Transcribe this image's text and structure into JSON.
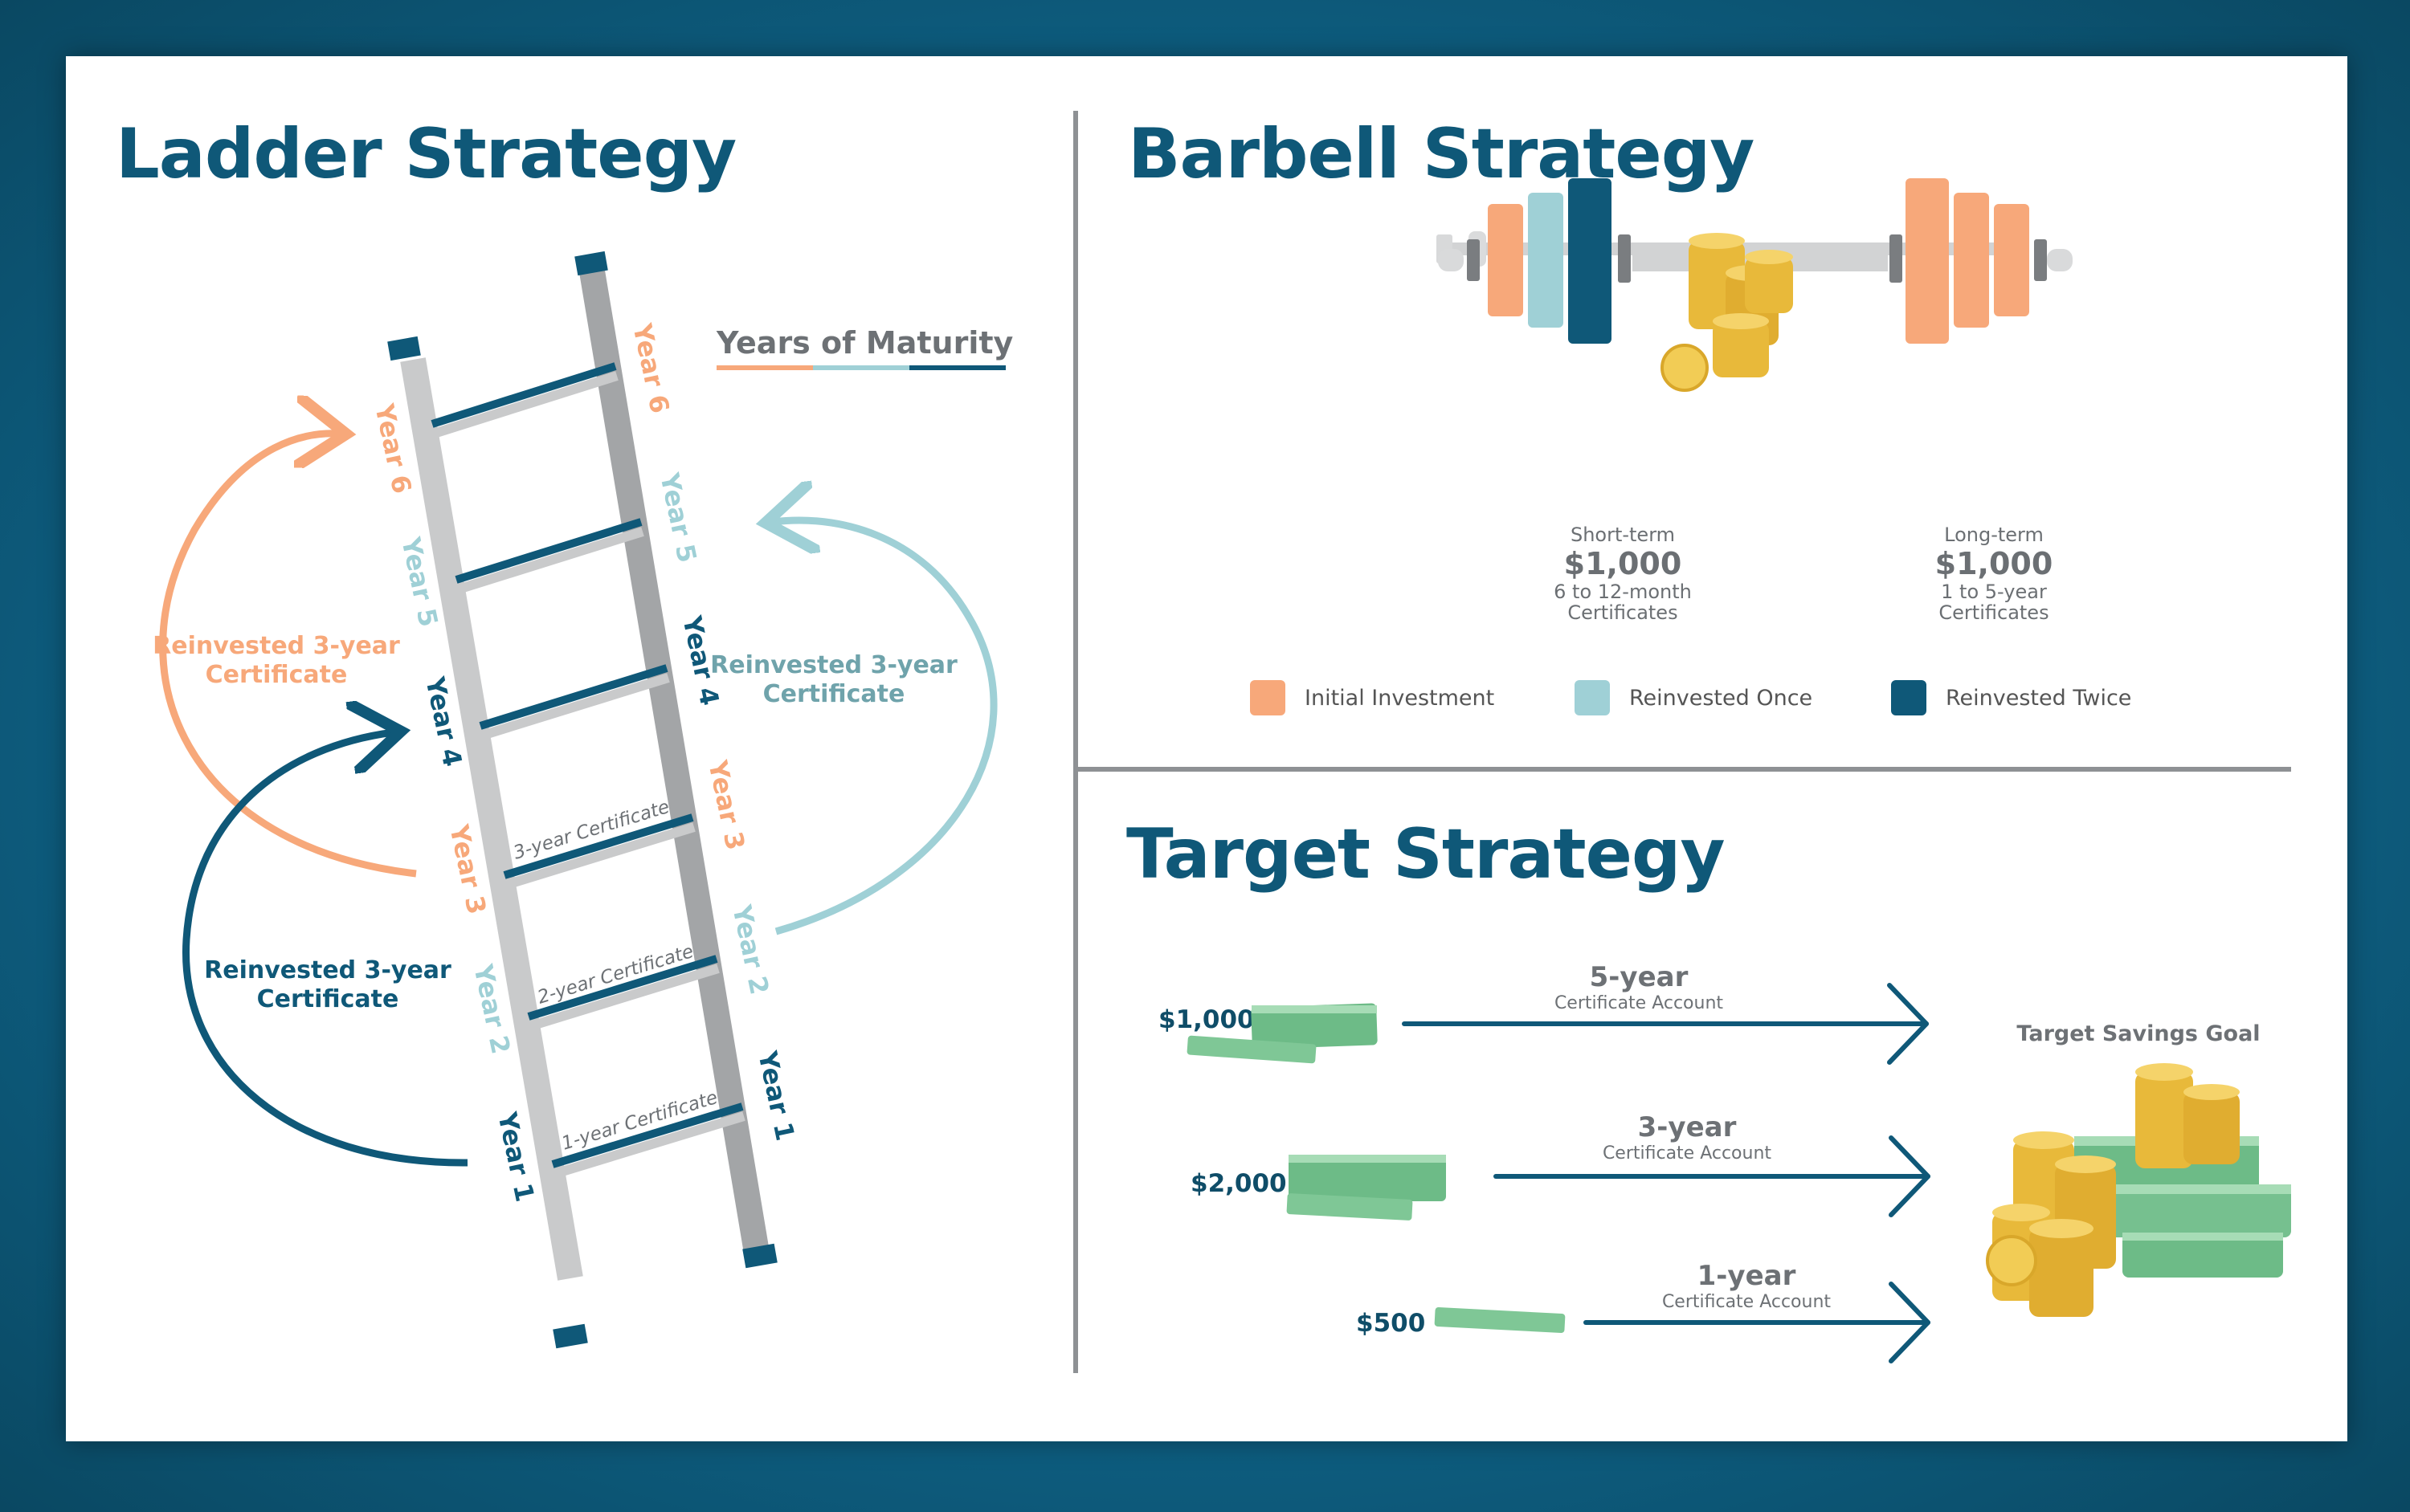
{
  "colors": {
    "navy": "#0f5878",
    "orange": "#f7a87a",
    "light_blue": "#9fd0d6",
    "gray": "#c9cacb",
    "dark_gray": "#a3a5a7"
  },
  "ladder": {
    "title": "Ladder Strategy",
    "legend_title": "Years of Maturity",
    "left_rail_years": [
      "Year 6",
      "Year 5",
      "Year 4",
      "Year 3",
      "Year 2",
      "Year 1"
    ],
    "right_rail_years": [
      "Year 6",
      "Year 5",
      "Year 4",
      "Year 3",
      "Year 2",
      "Year 1"
    ],
    "rung_labels": [
      "3-year Certificate",
      "2-year Certificate",
      "1-year Certificate"
    ],
    "arrows": [
      {
        "label_line1": "Reinvested 3-year",
        "label_line2": "Certificate",
        "color": "orange"
      },
      {
        "label_line1": "Reinvested 3-year",
        "label_line2": "Certificate",
        "color": "light_blue"
      },
      {
        "label_line1": "Reinvested 3-year",
        "label_line2": "Certificate",
        "color": "navy"
      }
    ]
  },
  "barbell": {
    "title": "Barbell Strategy",
    "short_term": {
      "label": "Short-term",
      "amount": "$1,000",
      "desc_line1": "6 to 12-month",
      "desc_line2": "Certificates"
    },
    "long_term": {
      "label": "Long-term",
      "amount": "$1,000",
      "desc_line1": "1 to 5-year",
      "desc_line2": "Certificates"
    },
    "legend": [
      {
        "label": "Initial Investment",
        "color": "#f7a87a"
      },
      {
        "label": "Reinvested Once",
        "color": "#9fd0d6"
      },
      {
        "label": "Reinvested Twice",
        "color": "#0f5878"
      }
    ]
  },
  "target": {
    "title": "Target Strategy",
    "goal_label": "Target Savings Goal",
    "rows": [
      {
        "amount": "$1,000",
        "term": "5-year",
        "account": "Certificate Account"
      },
      {
        "amount": "$2,000",
        "term": "3-year",
        "account": "Certificate Account"
      },
      {
        "amount": "$500",
        "term": "1-year",
        "account": "Certificate Account"
      }
    ]
  }
}
